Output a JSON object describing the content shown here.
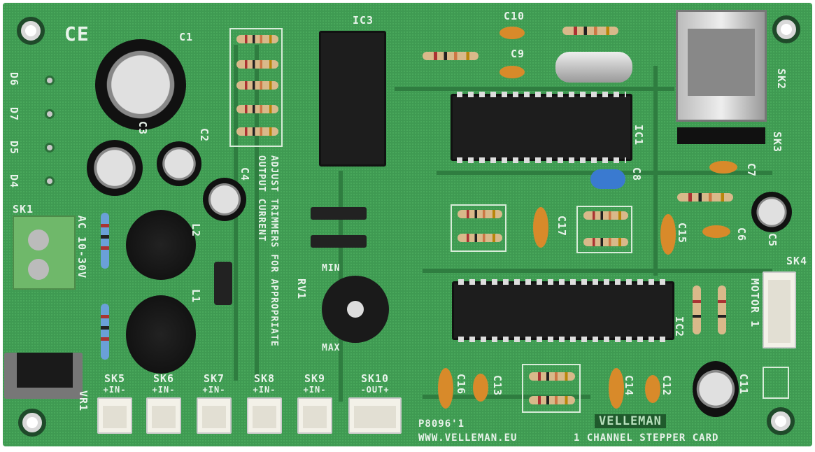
{
  "board": {
    "brand": "VELLEMAN",
    "part_number": "P8096'1",
    "website": "WWW.VELLEMAN.EU",
    "product": "1 CHANNEL STEPPER CARD",
    "ce_mark": "CE",
    "note": "ADJUST TRIMMERS FOR APPROPRIATE OUTPUT CURRENT",
    "power_label": "AC 10-30V",
    "trimmer": {
      "ref": "RV1",
      "min": "MIN",
      "max": "MAX"
    },
    "motor_label": "MOTOR 1",
    "ics": [
      "IC1",
      "IC2",
      "IC3"
    ],
    "diodes": [
      "D6",
      "D7",
      "D5",
      "D4"
    ],
    "caps": [
      "C1",
      "C2",
      "C3",
      "C4",
      "C5",
      "C6",
      "C7",
      "C8",
      "C9",
      "C10",
      "C11",
      "C12",
      "C13",
      "C14",
      "C15",
      "C16",
      "C17"
    ],
    "inductors": [
      "L1",
      "L2"
    ],
    "regulator": "VR1",
    "connectors": [
      {
        "ref": "SK1"
      },
      {
        "ref": "SK2"
      },
      {
        "ref": "SK3"
      },
      {
        "ref": "SK4"
      },
      {
        "ref": "SK5",
        "pol": "+IN-"
      },
      {
        "ref": "SK6",
        "pol": "+IN-"
      },
      {
        "ref": "SK7",
        "pol": "+IN-"
      },
      {
        "ref": "SK8",
        "pol": "+IN-"
      },
      {
        "ref": "SK9",
        "pol": "+IN-"
      },
      {
        "ref": "SK10",
        "pol": "-OUT+"
      }
    ]
  }
}
